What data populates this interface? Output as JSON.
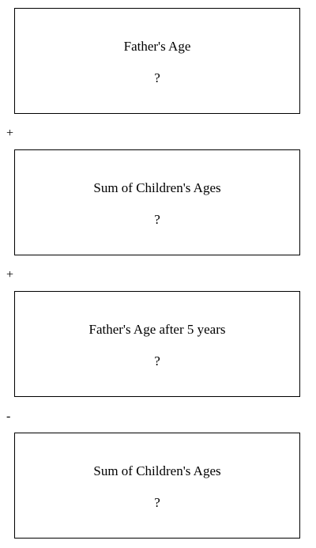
{
  "boxes": [
    {
      "title": "Father's Age",
      "value": "?"
    },
    {
      "title": "Sum of Children's Ages",
      "value": "?"
    },
    {
      "title": "Father's Age after 5 years",
      "value": "?"
    },
    {
      "title": "Sum of Children's Ages",
      "value": "?"
    }
  ],
  "operators": [
    "+",
    "+",
    "-"
  ]
}
